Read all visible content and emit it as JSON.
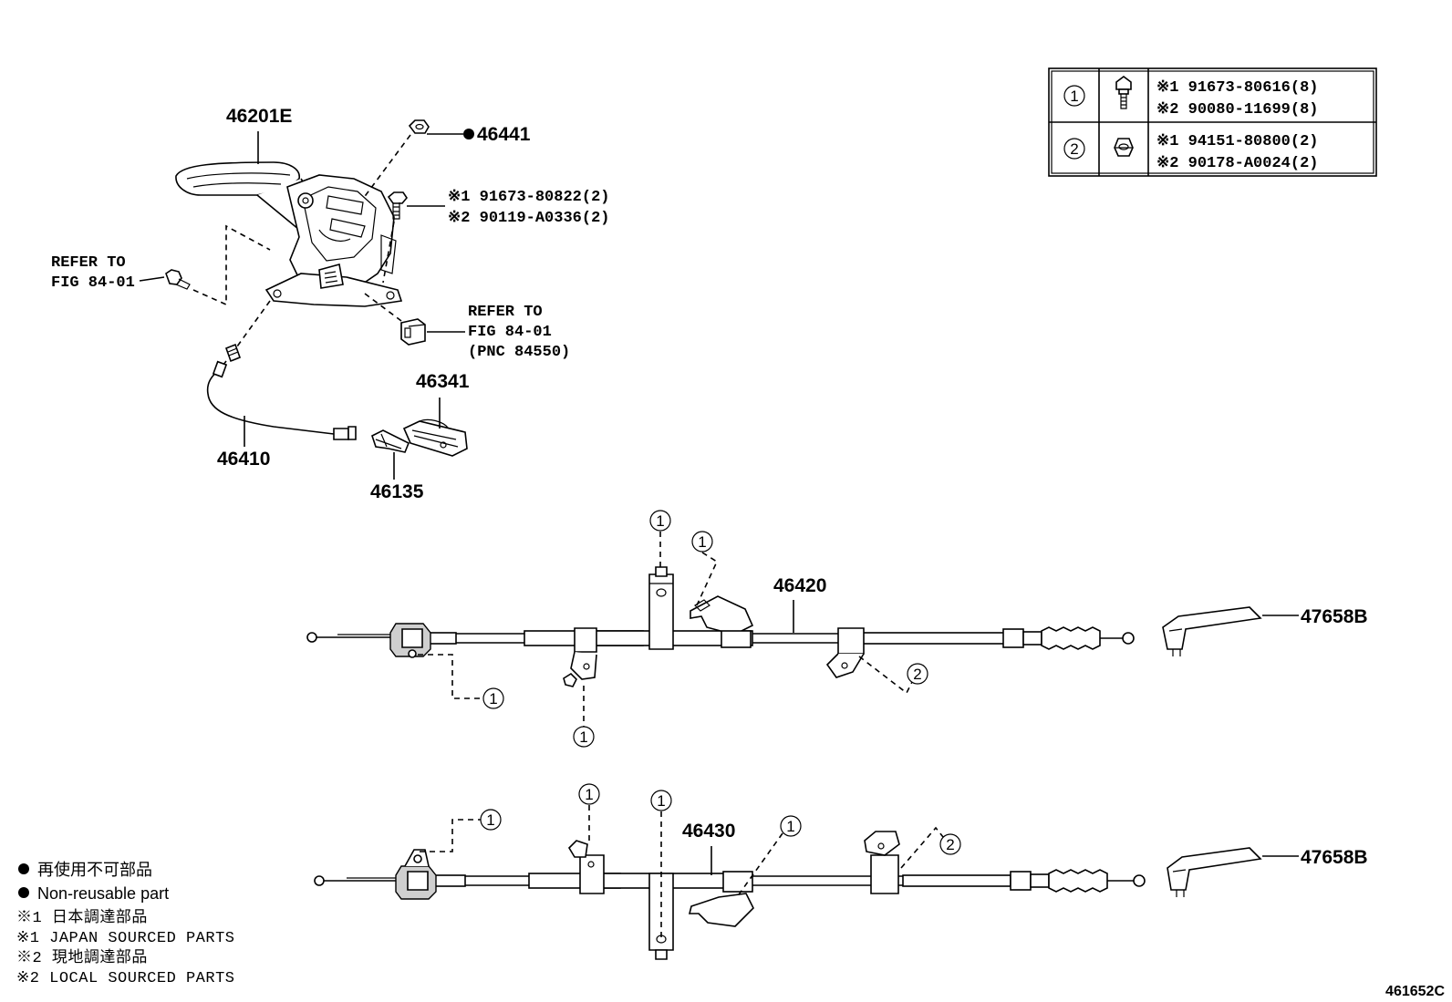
{
  "callouts": {
    "lever": "46201E",
    "nut_top": "46441",
    "bolt1": "※1 91673-80822(2)",
    "bolt2": "※2 90119-A0336(2)",
    "refer_left_1": "REFER TO",
    "refer_left_2": "FIG 84-01",
    "refer_right_1": "REFER TO",
    "refer_right_2": "FIG 84-01",
    "refer_right_3": "(PNC 84550)",
    "front_cable": "46410",
    "equalizer": "46341",
    "clip": "46135",
    "cable_rh": "46420",
    "cable_lh": "46430",
    "cover_1": "47658B",
    "cover_2": "47658B",
    "fig_no": "461652C"
  },
  "circle_labels": {
    "one": "1",
    "two": "2"
  },
  "fastener_table": {
    "rows": [
      {
        "mark": "1",
        "icon": "bolt-icon",
        "p1": "※1 91673-80616(8)",
        "p2": "※2 90080-11699(8)"
      },
      {
        "mark": "2",
        "icon": "nut-icon",
        "p1": "※1 94151-80800(2)",
        "p2": "※2 90178-A0024(2)"
      }
    ]
  },
  "legend": {
    "nonreusable_jp": "再使用不可部品",
    "nonreusable_en": "Non-reusable part",
    "japan_jp": "※1 日本調達部品",
    "japan_en": "※1 JAPAN SOURCED PARTS",
    "local_jp": "※2 現地調達部品",
    "local_en": "※2 LOCAL SOURCED PARTS"
  },
  "colors": {
    "ink": "#000000",
    "paper": "#ffffff",
    "shade": "#cfcfcf"
  }
}
